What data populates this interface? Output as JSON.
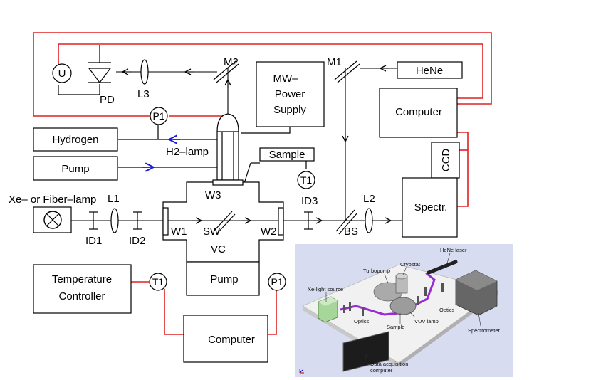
{
  "components": {
    "hydrogen": "Hydrogen",
    "pump_top": "Pump",
    "lamp_source": "Xe– or Fiber–lamp",
    "temperature_controller_line1": "Temperature",
    "temperature_controller_line2": "Controller",
    "computer_bottom": "Computer",
    "pump_bottom": "Pump",
    "mw_power_line1": "MW–",
    "mw_power_line2": "Power",
    "mw_power_line3": "Supply",
    "hene": "HeNe",
    "computer_right": "Computer",
    "ccd": "CCD",
    "spectrometer": "Spectr.",
    "sample": "Sample"
  },
  "labels": {
    "u_meter": "U",
    "photodiode": "PD",
    "lens3": "L3",
    "mirror2": "M2",
    "mirror1": "M1",
    "h2_lamp": "H2–lamp",
    "window3": "W3",
    "window1": "W1",
    "window2": "W2",
    "switch": "SW",
    "vacuum_chamber": "VC",
    "lens1": "L1",
    "lens2": "L2",
    "iris1": "ID1",
    "iris2": "ID2",
    "iris3": "ID3",
    "beamsplitter": "BS",
    "p1_top": "P1",
    "p1_bottom": "P1",
    "t1_sample": "T1",
    "t1_bottom": "T1"
  },
  "inset": {
    "hene_laser": "HeNe laser",
    "cryostat": "Cryostat",
    "turbopump": "Turbopump",
    "xe_source": "Xe-light source",
    "optics_left": "Optics",
    "optics_right": "Optics",
    "sample": "Sample",
    "vuv_lamp": "VUV lamp",
    "spectrometer": "Spectrometer",
    "daq_line1": "Data acquisition",
    "daq_line2": "computer"
  },
  "colors": {
    "signal_wire": "#e02020",
    "gas_line": "#1a1ad6",
    "inset_background": "#d8dcf0",
    "laser_beam": "#9a2bd6"
  }
}
